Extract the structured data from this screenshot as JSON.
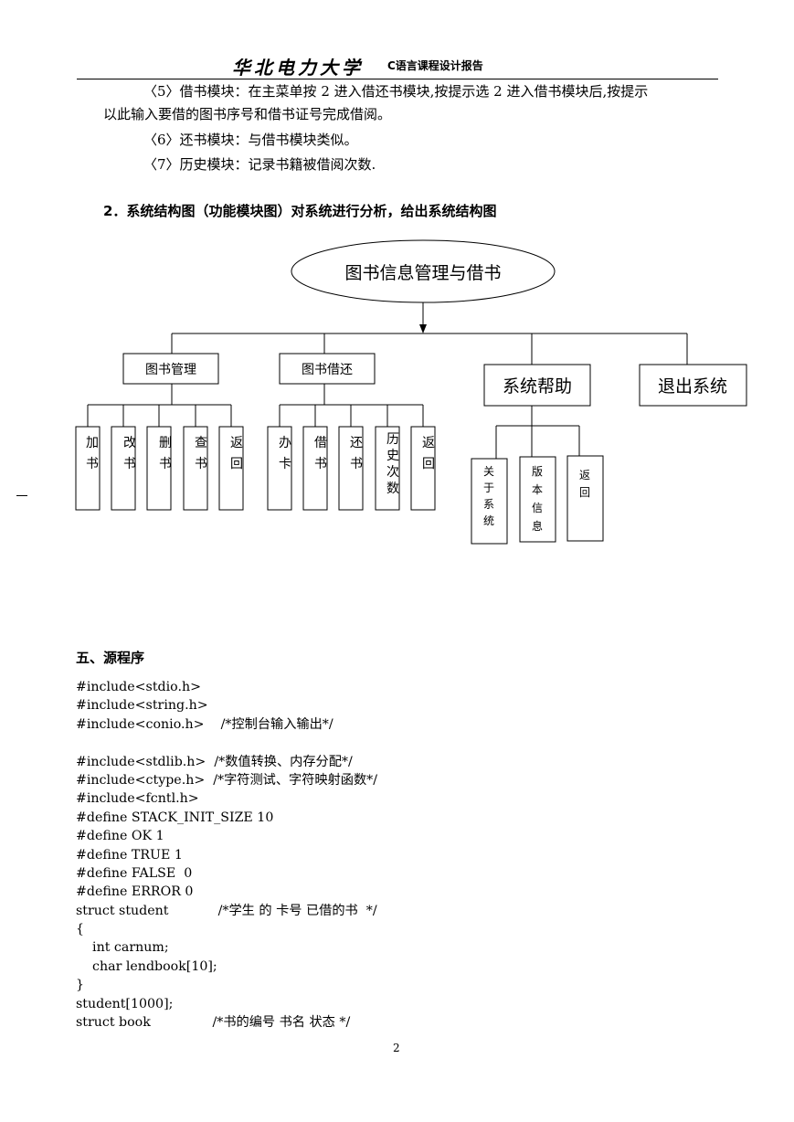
{
  "header": {
    "university": "华北电力大学",
    "course": "C语言课程设计报告"
  },
  "paragraphs": [
    "〈5〉借书模块：在主菜单按 2 进入借还书模块,按提示选 2 进入借书模块后,按提示",
    "以此输入要借的图书序号和借书证号完成借阅。",
    "〈6〉还书模块：与借书模块类似。",
    "〈7〉历史模块：记录书籍被借阅次数."
  ],
  "section_heading": "2．系统结构图（功能模块图）对系统进行分析，给出系统结构图",
  "diagram": {
    "root": "图书信息管理与借书",
    "groups": [
      {
        "label": "图书管理",
        "children": [
          "加书",
          "改书",
          "删书",
          "查书",
          "返回"
        ]
      },
      {
        "label": "图书借还",
        "children": [
          "办卡",
          "借书",
          "还书",
          "历史次数",
          "返回"
        ]
      },
      {
        "label": "系统帮助",
        "children": [
          "关于系统",
          "版本信息",
          "返回"
        ]
      },
      {
        "label": "退出系统",
        "children": []
      }
    ]
  },
  "source_heading": "五、源程序",
  "code_lines": [
    "#include<stdio.h>",
    "#include<string.h>",
    "#include<conio.h>    /*控制台输入输出*/",
    "",
    "#include<stdlib.h>  /*数值转换、内存分配*/",
    "#include<ctype.h>  /*字符测试、字符映射函数*/",
    "#include<fcntl.h>",
    "#define STACK_INIT_SIZE 10",
    "#define OK 1",
    "#define TRUE 1",
    "#define FALSE  0",
    "#define ERROR 0",
    "struct student            /*学生 的 卡号 已借的书  */",
    "{",
    "    int carnum;",
    "    char lendbook[10];",
    "}",
    "student[1000];",
    "struct book               /*书的编号 书名 状态 */"
  ],
  "page_number": "2"
}
